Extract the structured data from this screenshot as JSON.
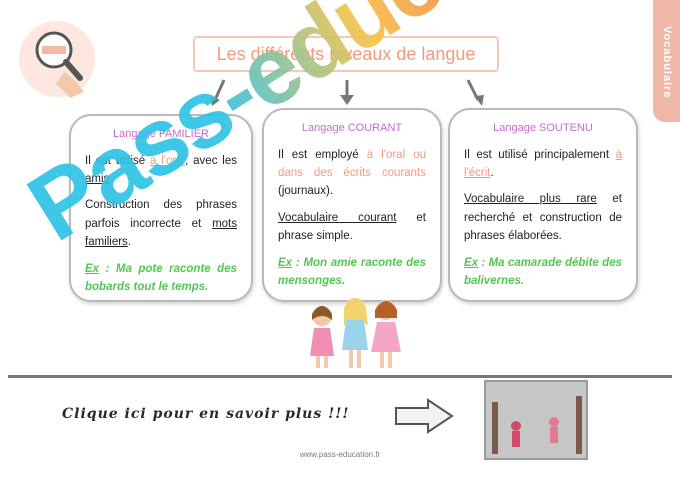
{
  "header": {
    "title": "Les différents niveaux de langue",
    "side_tab": "Vocabulaire"
  },
  "cards": [
    {
      "title": "Langage FAMILIER",
      "p1_a": "Il est utilisé ",
      "p1_oral": "à l'oral",
      "p1_b": ", avec les ",
      "p1_amis": "amis",
      "p1_c": ".",
      "p2_a": "Construction des phrases parfois incorrecte et ",
      "p2_mots": "mots familiers",
      "p2_b": ".",
      "ex_label": "Ex",
      "ex_text": " : Ma pote raconte des bobards tout le temps."
    },
    {
      "title": "Langage COURANT",
      "p1_a": "Il est employé ",
      "p1_oral": "à l'oral ou dans des écrits courants",
      "p1_b": " (journaux).",
      "p2_voc": "Vocabulaire courant",
      "p2_b": " et phrase simple.",
      "ex_label": "Ex",
      "ex_text": " : Mon amie raconte des mensonges."
    },
    {
      "title": "Langage SOUTENU",
      "p1_a": "Il est utilisé principalement ",
      "p1_oral": "à l'écrit",
      "p1_b": ".",
      "p2_voc": "Vocabulaire plus rare",
      "p2_b": " et recherché et construction de phrases élaborées.",
      "ex_label": "Ex",
      "ex_text": " : Ma camarade débite des balivernes."
    }
  ],
  "bottom": {
    "link_text": "Clique ici pour en savoir plus !!!",
    "footer": "www.pass-education.fr"
  },
  "watermark": "Pass-education",
  "colors": {
    "accent": "#f19a80",
    "title_purple": "#c56ccf",
    "example_green": "#57c553",
    "card_border": "#b9b9b9"
  }
}
